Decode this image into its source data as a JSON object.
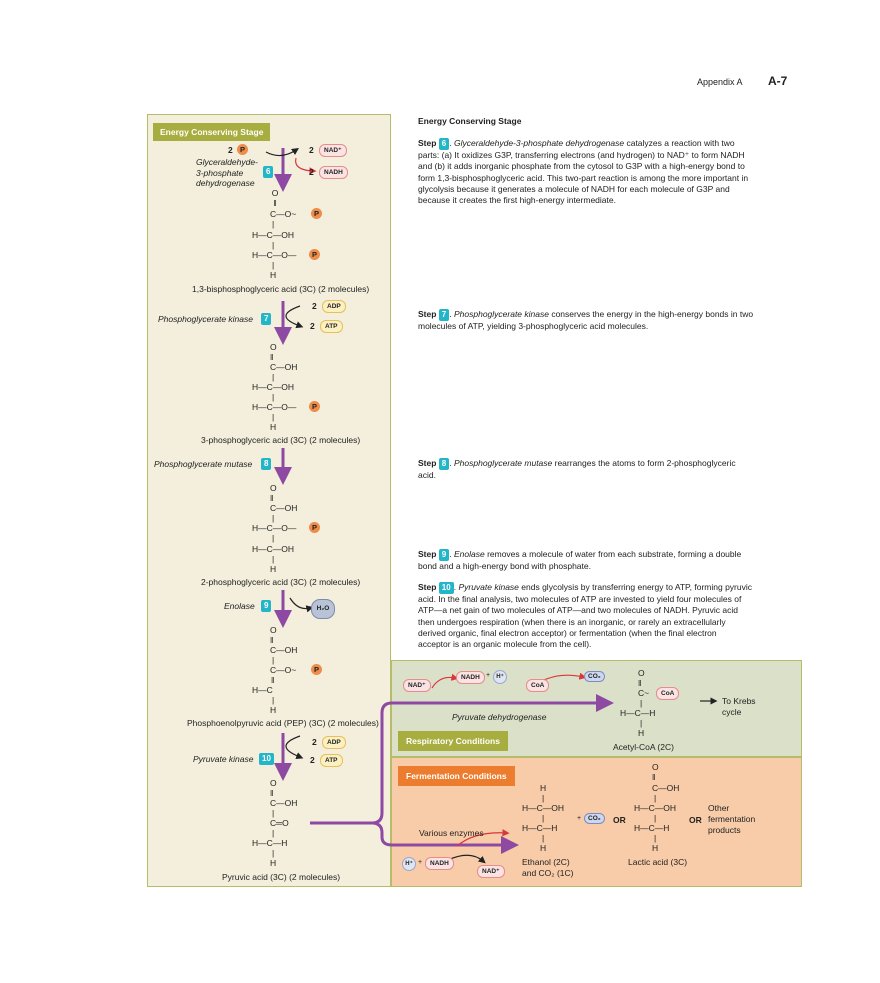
{
  "header": {
    "appendix": "Appendix A",
    "page": "A-7"
  },
  "left_panel": {
    "stage_label": "Energy Conserving Stage",
    "step6": {
      "num": "6",
      "enzyme_lines": [
        "Glyceraldehyde-",
        "3-phosphate",
        "dehydrogenase"
      ],
      "coef_left": "2",
      "p": "P",
      "coef_nad": "2",
      "nad": "NAD⁺",
      "coef_nadh": "2",
      "nadh": "NADH"
    },
    "mol1": {
      "lines": [
        "O",
        "‖",
        "C—O~",
        "|",
        "H—C—OH",
        "|",
        "H—C—O—",
        "|",
        "H"
      ],
      "name": "1,3-bisphosphoglyceric acid (3C) (2 molecules)"
    },
    "step7": {
      "num": "7",
      "enzyme": "Phosphoglycerate kinase",
      "coef_adp": "2",
      "adp": "ADP",
      "coef_atp": "2",
      "atp": "ATP"
    },
    "mol2": {
      "name": "3-phosphoglyceric acid (3C) (2 molecules)"
    },
    "step8": {
      "num": "8",
      "enzyme": "Phosphoglycerate mutase"
    },
    "mol3": {
      "name": "2-phosphoglyceric acid (3C) (2 molecules)"
    },
    "step9": {
      "num": "9",
      "enzyme": "Enolase",
      "water": "H₂O"
    },
    "mol4": {
      "name": "Phosphoenolpyruvic acid (PEP) (3C) (2 molecules)"
    },
    "step10": {
      "num": "10",
      "enzyme": "Pyruvate kinase",
      "coef_adp": "2",
      "adp": "ADP",
      "coef_atp": "2",
      "atp": "ATP"
    },
    "mol5": {
      "name": "Pyruvic acid (3C) (2 molecules)"
    },
    "atoms": {
      "O": "O",
      "C": "C",
      "H": "H",
      "OH": "OH",
      "P": "P",
      "dbl": "‖",
      "sgl": "|",
      "dash": "—",
      "tilde": "~",
      "eq": "═"
    }
  },
  "right_text": {
    "title": "Energy Conserving Stage",
    "step6": {
      "lead": "Step",
      "num": "6",
      "enzyme": "Glyceraldehyde-3-phosphate dehydrogenase",
      "lines": [
        " catalyzes a reaction with two",
        "parts: (a) It oxidizes G3P, transferring electrons (and hydrogen) to NAD⁺ to form NADH",
        "and (b) it adds inorganic phosphate from the cytosol to G3P with a high-energy bond to",
        "form 1,3-bisphosphoglyceric acid. This two-part reaction is among the more important in",
        "glycolysis because it generates a molecule of NADH for each molecule of G3P and",
        "because it creates the first high-energy intermediate."
      ]
    },
    "step7": {
      "lead": "Step",
      "num": "7",
      "enzyme": "Phosphoglycerate kinase",
      "lines": [
        " conserves the energy in the high-energy bonds in two",
        "molecules of ATP, yielding 3-phosphoglyceric acid molecules."
      ]
    },
    "step8": {
      "lead": "Step",
      "num": "8",
      "enzyme": "Phosphoglycerate mutase",
      "lines": [
        " rearranges the atoms to form 2-phosphoglyceric",
        "acid."
      ]
    },
    "step9": {
      "lead": "Step",
      "num": "9",
      "enzyme": "Enolase",
      "lines": [
        " removes a molecule of water from each substrate, forming a double",
        "bond and a high-energy bond with phosphate."
      ]
    },
    "step10": {
      "lead": "Step",
      "num": "10",
      "enzyme": "Pyruvate kinase",
      "lines": [
        " ends glycolysis by transferring energy to ATP, forming pyruvic",
        "acid. In the final analysis, two molecules of ATP are invested to yield four molecules of",
        "ATP—a net gain of two molecules of ATP—and two molecules of NADH. Pyruvic acid",
        "then undergoes respiration (when there is an inorganic, or rarely an extracellularly",
        "derived organic, final electron acceptor) or fermentation (when the final electron",
        "acceptor is an organic molecule from the cell)."
      ]
    }
  },
  "respiratory": {
    "label": "Respiratory Conditions",
    "nad": "NAD⁺",
    "nadh": "NADH",
    "plus": "+",
    "h": "H⁺",
    "coa": "CoA",
    "co2": "CO₂",
    "enzyme": "Pyruvate dehydrogenase",
    "acetyl_name": "Acetyl-CoA (2C)",
    "krebs_lines": [
      "To Krebs",
      "cycle"
    ]
  },
  "fermentation": {
    "label": "Fermentation Conditions",
    "various": "Various enzymes",
    "h": "H⁺",
    "plus": "+",
    "nadh": "NADH",
    "nad": "NAD⁺",
    "co2": "CO₂",
    "or1": "OR",
    "or2": "OR",
    "ethanol_lines": [
      "Ethanol (2C)",
      "and CO₂ (1C)"
    ],
    "lactic": "Lactic acid (3C)",
    "other_lines": [
      "Other",
      "fermentation",
      "products"
    ]
  }
}
